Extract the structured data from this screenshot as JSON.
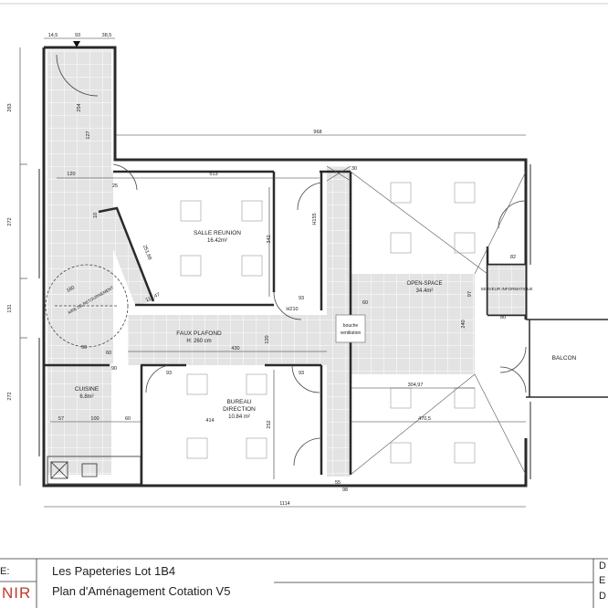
{
  "title_block": {
    "project": "Les Papeteries Lot 1B4",
    "subtitle": "Plan d'Aménagement Cotation V5",
    "left_label_fragment": "E:",
    "logo_fragment": "NIR",
    "right_letters": [
      "D",
      "E",
      "D"
    ]
  },
  "rooms": {
    "salle_name": "SALLE REUNION",
    "salle_area": "16.42m²",
    "open_name": "OPEN-SPACE",
    "open_area": "34.4m²",
    "serveur": "SERVEUR INFORMATIQUE",
    "faux_name": "FAUX PLAFOND",
    "faux_height": "H: 260 cm",
    "cuisine_name": "CUISINE",
    "cuisine_area": "6.8m²",
    "bureau_name1": "BUREAU",
    "bureau_name2": "DIRECTION",
    "bureau_area": "10.84 m²",
    "balcon": "BALCON",
    "bouche1": "bouche",
    "bouche2": "ventilation",
    "aire": "AIRE DE RETOURNEMENT"
  },
  "dims": {
    "top_a": "14,5",
    "top_b": "93",
    "top_c": "38,5",
    "d968": "968",
    "d263": "263",
    "d272a": "272",
    "d131": "131",
    "d272b": "272",
    "d120a": "120",
    "d513": "513",
    "d30": "30",
    "d82": "82",
    "d25": "25",
    "d342": "342",
    "d127": "127",
    "d254": "254",
    "d180": "180",
    "d93a": "93",
    "d251": "251,68",
    "d112": "112,47",
    "d10": "10",
    "dH": "H155",
    "d90a": "90",
    "d60a": "60",
    "dH210": "H210",
    "d93b": "93",
    "d60b": "60",
    "d120b": "120",
    "d97": "97",
    "d240": "240",
    "d430": "430",
    "d120c": "120",
    "d304": "304,97",
    "d470": "470,5",
    "d60c": "60",
    "d90b": "90",
    "d80": "80",
    "d57": "57",
    "d100": "100",
    "d60d": "60",
    "d48": "48",
    "d414": "414",
    "d252": "252",
    "d93c": "93",
    "d93d": "93",
    "d55": "55",
    "d98": "98",
    "d1114": "1114"
  },
  "colors": {
    "line": "#2a2a2a",
    "hatch": "#d9d9d9",
    "accent": "#c0392b"
  }
}
